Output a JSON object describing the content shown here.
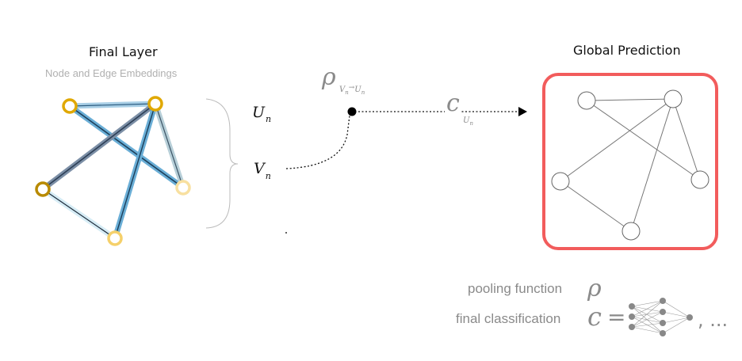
{
  "left_panel": {
    "title": "Final Layer",
    "subtitle": "Node and Edge Embeddings"
  },
  "right_panel": {
    "title": "Global Prediction"
  },
  "middle": {
    "u_label": "U",
    "u_sub": "n",
    "v_label": "V",
    "v_sub": "n",
    "rho_symbol": "ρ",
    "rho_sub_v": "V",
    "rho_sub_v_n": "n",
    "rho_arrow": "→",
    "rho_sub_u": "U",
    "rho_sub_u_n": "n",
    "c_symbol": "c",
    "c_sub_u": "U",
    "c_sub_u_n": "n"
  },
  "legend": {
    "pooling_label": "pooling function",
    "pooling_symbol": "ρ",
    "classification_label": "final classification",
    "classification_symbol": "c",
    "equals": "=",
    "trailing": ", ..."
  },
  "colors": {
    "node_gold": "#e0a800",
    "node_dark_gold": "#b88a00",
    "node_light": "#f5d67a",
    "node_pale": "#f8e4a8",
    "edge_blue": "#6aaed6",
    "edge_navy": "#4a5f7a",
    "edge_pale": "#cfe6f2",
    "frame_red": "#f25c5c",
    "gray_line": "#888888"
  }
}
